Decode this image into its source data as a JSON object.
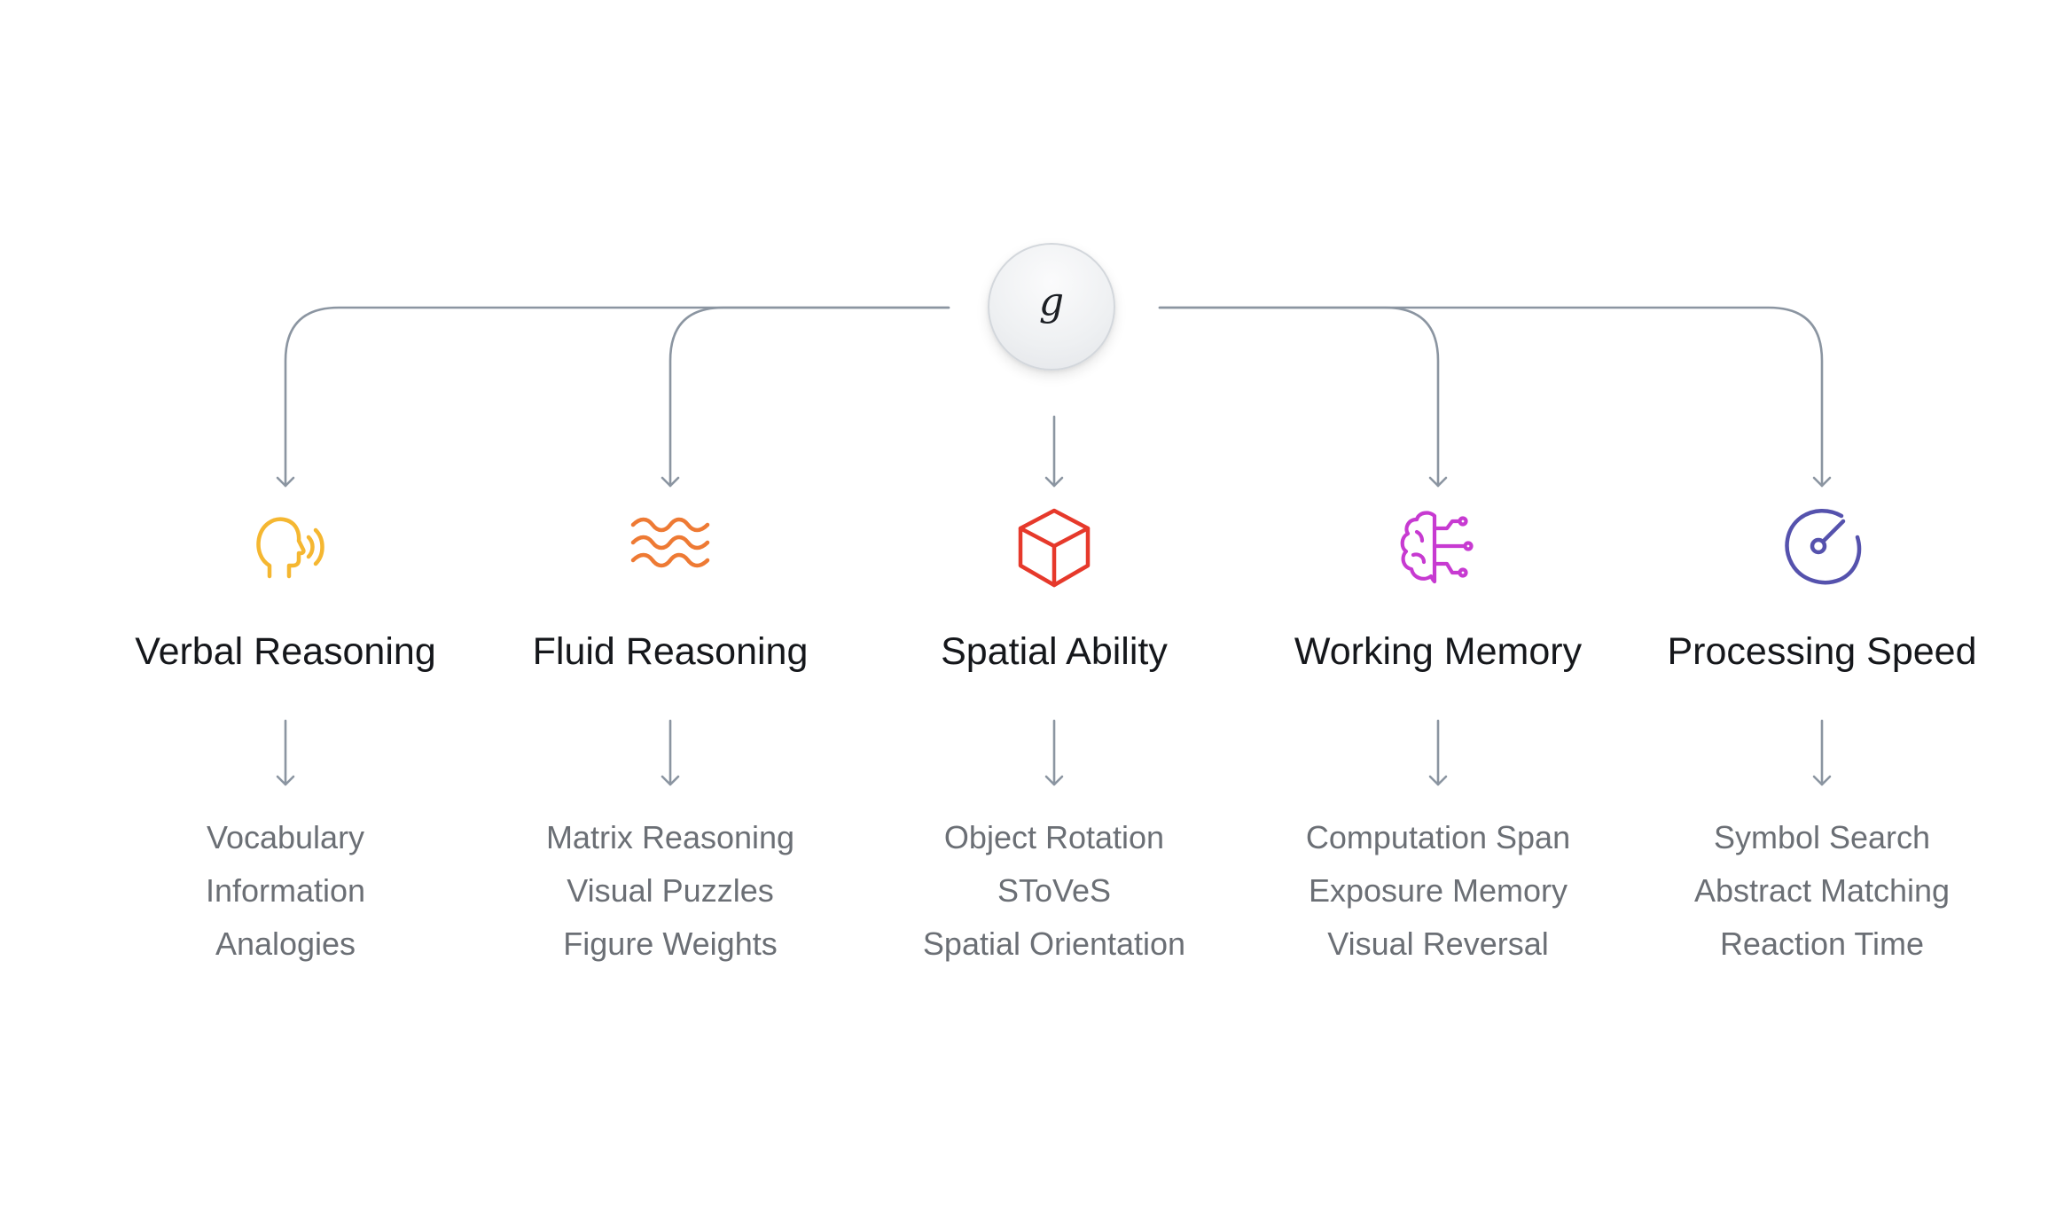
{
  "root": {
    "label": "g"
  },
  "factors": [
    {
      "name": "Verbal Reasoning",
      "icon": "speaking-head-icon",
      "color": "#f5b731",
      "tests": [
        "Vocabulary",
        "Information",
        "Analogies"
      ]
    },
    {
      "name": "Fluid Reasoning",
      "icon": "waves-icon",
      "color": "#ee7a34",
      "tests": [
        "Matrix Reasoning",
        "Visual Puzzles",
        "Figure Weights"
      ]
    },
    {
      "name": "Spatial Ability",
      "icon": "cube-icon",
      "color": "#e6392b",
      "tests": [
        "Object Rotation",
        "SToVeS",
        "Spatial Orientation"
      ]
    },
    {
      "name": "Working Memory",
      "icon": "brain-circuit-icon",
      "color": "#c73ad1",
      "tests": [
        "Computation Span",
        "Exposure Memory",
        "Visual Reversal"
      ]
    },
    {
      "name": "Processing Speed",
      "icon": "speedometer-icon",
      "color": "#5552ad",
      "tests": [
        "Symbol Search",
        "Abstract Matching",
        "Reaction Time"
      ]
    }
  ]
}
